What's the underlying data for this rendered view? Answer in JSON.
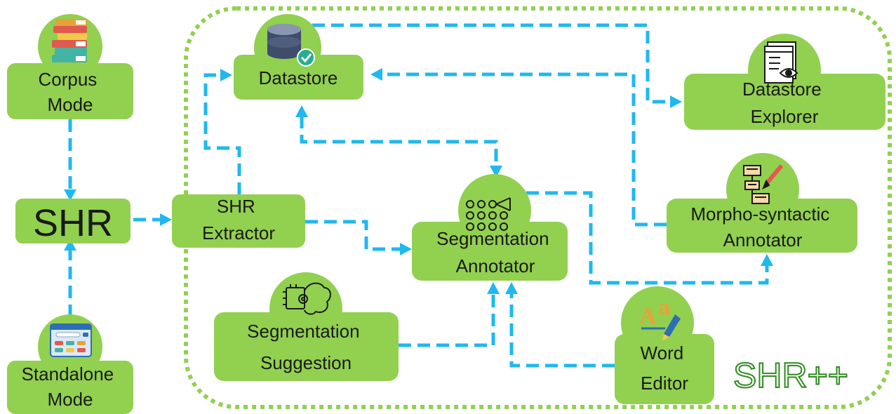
{
  "nodes": {
    "corpus_mode": [
      "Corpus",
      "Mode"
    ],
    "shr": [
      "SHR"
    ],
    "standalone_mode": [
      "Standalone",
      "Mode"
    ],
    "datastore": [
      "Datastore"
    ],
    "shr_extractor": [
      "SHR",
      "Extractor"
    ],
    "segmentation_annotator": [
      "Segmentation",
      "Annotator"
    ],
    "segmentation_suggestion": [
      "Segmentation",
      "Suggestion"
    ],
    "datastore_explorer": [
      "Datastore",
      "Explorer"
    ],
    "morpho_syntactic_annotator": [
      "Morpho-syntactic",
      "Annotator"
    ],
    "word_editor": [
      "Word",
      "Editor"
    ]
  },
  "system_label": "SHR++",
  "icons": {
    "corpus_mode": "books-icon",
    "standalone_mode": "web-app-icon",
    "datastore": "database-check-icon",
    "segmentation_annotator": "network-graph-icon",
    "segmentation_suggestion": "ai-brain-chip-icon",
    "datastore_explorer": "document-eye-icon",
    "morpho_syntactic_annotator": "annotation-pencil-icon",
    "word_editor": "font-edit-icon"
  },
  "colors": {
    "node_fill": "#92d050",
    "arrow": "#1fb8f0",
    "boundary": "#92d050",
    "text": "#1a1a1a"
  }
}
